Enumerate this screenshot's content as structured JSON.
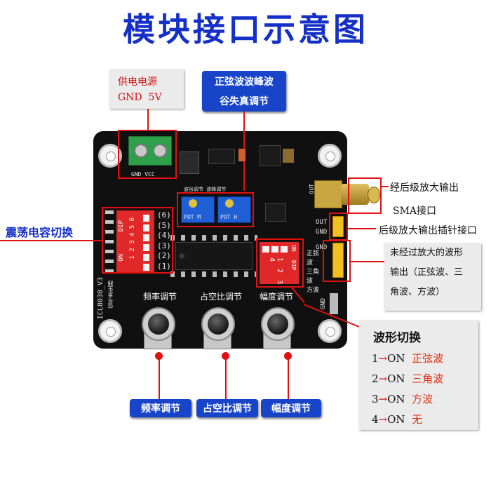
{
  "title": "模块接口示意图",
  "callouts": {
    "power_title": "供电电源",
    "power_pins": "GND  5V",
    "sine_adj_line1": "正弦波波峰波",
    "sine_adj_line2": "谷失真调节",
    "osc_cap": "震荡电容切换",
    "amp_out": "经后级放大输出",
    "sma": "SMA接口",
    "amp_pin_out": "后级放大输出插针接口",
    "raw_out_line1": "未经过放大的波形",
    "raw_out_line2": "输出（正弦波、三",
    "raw_out_line3": "角波、方波）",
    "freq_adj": "频率调节",
    "duty_adj": "占空比调节",
    "amp_adj": "幅度调节"
  },
  "wave_switch": {
    "title": "波形切换",
    "rows": [
      {
        "num": "1",
        "arrow": "→",
        "state": "ON",
        "wave": "正弦波"
      },
      {
        "num": "2",
        "arrow": "→",
        "state": "ON",
        "wave": "三角波"
      },
      {
        "num": "3",
        "arrow": "→",
        "state": "ON",
        "wave": "方波"
      },
      {
        "num": "4",
        "arrow": "→",
        "state": "ON",
        "wave": "无"
      }
    ]
  },
  "board_silk": {
    "gnd_vcc": "GND  VCC",
    "dip_left": "DIP",
    "on_left": "ON",
    "numbers_left": "1 2 3 4 5 6",
    "paren_nums": [
      "(6)",
      "(5)",
      "(4)",
      "(3)",
      "(2)",
      "(1)"
    ],
    "dip_right_on": "ON",
    "dip_right": "DIP",
    "dip_right_nums": "1 2 3 4",
    "wave_labels": [
      "正弦波",
      "三角波",
      "方波"
    ],
    "freq_label": "频率调节",
    "duty_label": "占空比调节",
    "amp_label": "幅度调节",
    "board_name": "ICL8038_V3",
    "board_sub": "信号发生器",
    "out": "OUT",
    "out2": "OUT",
    "gnd": "GND",
    "gnd2": "GND",
    "gnd3": "GND",
    "pot_m": "POT M",
    "pot_h": "POT H",
    "sine_pot_labels": "波谷调节 波峰调节"
  },
  "colors": {
    "title_blue": "#1530c8",
    "button_blue": "#1744c9",
    "callout_red": "#e01010",
    "pcb_black": "#101010",
    "dip_red": "#e02828",
    "header_yellow": "#f0c020",
    "terminal_green": "#2ea04a"
  }
}
